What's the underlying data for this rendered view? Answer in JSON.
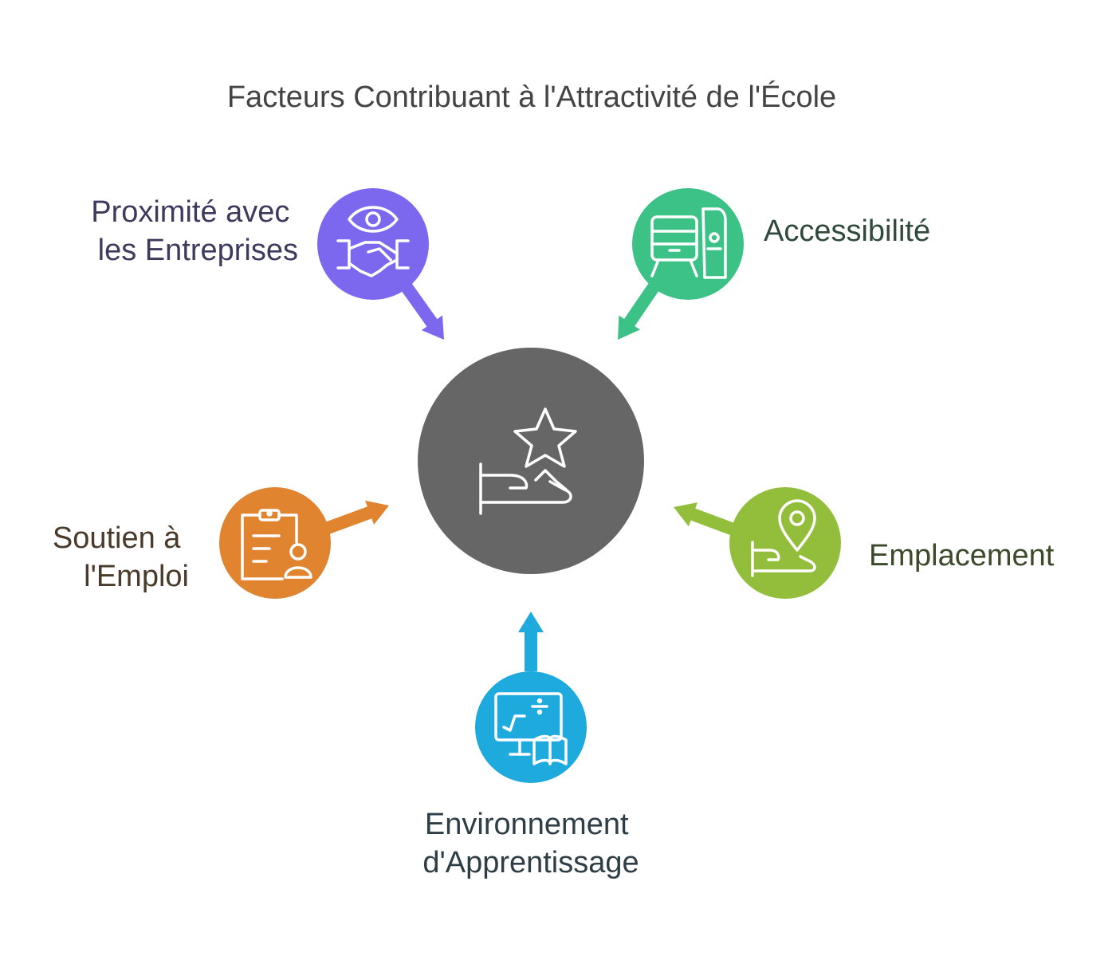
{
  "title": "Facteurs Contribuant à l'Attractivité de l'École",
  "center": {
    "color": "#666666",
    "icon": "hand-star-icon"
  },
  "factors": [
    {
      "key": "proximite",
      "lines": [
        "Proximité avec",
        "les Entreprises"
      ],
      "color": "#7B68EE",
      "text_color": "#3E3A5E",
      "icon": "eye-handshake-icon"
    },
    {
      "key": "accessibilite",
      "lines": [
        "Accessibilité"
      ],
      "color": "#3CC286",
      "text_color": "#2F4A3D",
      "icon": "train-icon"
    },
    {
      "key": "emplacement",
      "lines": [
        "Emplacement"
      ],
      "color": "#93BE3B",
      "text_color": "#3D4A2A",
      "icon": "location-pin-icon"
    },
    {
      "key": "environnement",
      "lines": [
        "Environnement",
        "d'Apprentissage"
      ],
      "color": "#1EAADC",
      "text_color": "#2E3E46",
      "icon": "monitor-book-icon"
    },
    {
      "key": "soutien",
      "lines": [
        "Soutien à",
        "l'Emploi"
      ],
      "color": "#E08430",
      "text_color": "#4A3A2A",
      "icon": "clipboard-person-icon"
    }
  ]
}
